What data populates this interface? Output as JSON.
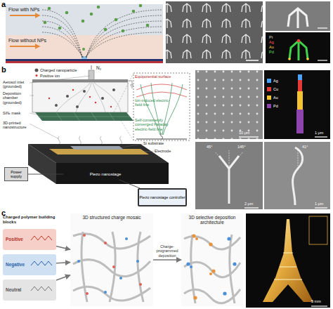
{
  "diagram": {
    "nodes": [
      {
        "text": [
          "Power supply"
        ]
      },
      {
        "text": [
          "Piezo nanostage"
        ]
      },
      {
        "text": [
          "Piezo nanostage controller"
        ]
      },
      {
        "text": [
          "Positive"
        ]
      },
      {
        "text": [
          "Negative"
        ]
      },
      {
        "text": [
          "Neutral"
        ]
      },
      {
        "text": [
          "3D structured charge mosaic"
        ]
      },
      {
        "text": [
          "3D selective deposition architecture"
        ]
      }
    ],
    "edges": [
      {
        "from": 0,
        "to": 1,
        "arrow": "none"
      },
      {
        "from": 1,
        "to": 2,
        "arrow": "none"
      },
      {
        "from": 3,
        "to": 6,
        "arrow": "to"
      },
      {
        "from": 4,
        "to": 6,
        "arrow": "to"
      },
      {
        "from": 5,
        "to": 6,
        "arrow": "to"
      },
      {
        "from": 6,
        "to": 7,
        "label": "Charge-programmed deposition",
        "arrow": "to"
      }
    ],
    "labels": [
      "a",
      "Flow with NPs",
      "Flow without NPs",
      "Pt",
      "Ag",
      "Au",
      "Pd",
      "b",
      "Charged nanoparticle",
      "Positive ion",
      "N₂",
      "Aerosol inlet (grounded)",
      "Deposition chamber (grounded)",
      "SiNₓ mask",
      "3D-printed nanostructure",
      "Si substrate",
      "Electrode",
      "Equipotential surface",
      "Ion-induced electric-field line",
      "Self-consistently converged Faraday electric-field line",
      "10 μm",
      "1 μm",
      "45°",
      "145°",
      "2 μm",
      "41°",
      "1 μm",
      "c",
      "Charged polymer building blocks",
      "5 mm"
    ],
    "legend": [
      {
        "text": "Ag",
        "color": "#4aa3ff"
      },
      {
        "text": "Cu",
        "color": "#e53935"
      },
      {
        "text": "Au",
        "color": "#f4c430"
      },
      {
        "text": "Pd",
        "color": "#8e44ad"
      }
    ]
  }
}
